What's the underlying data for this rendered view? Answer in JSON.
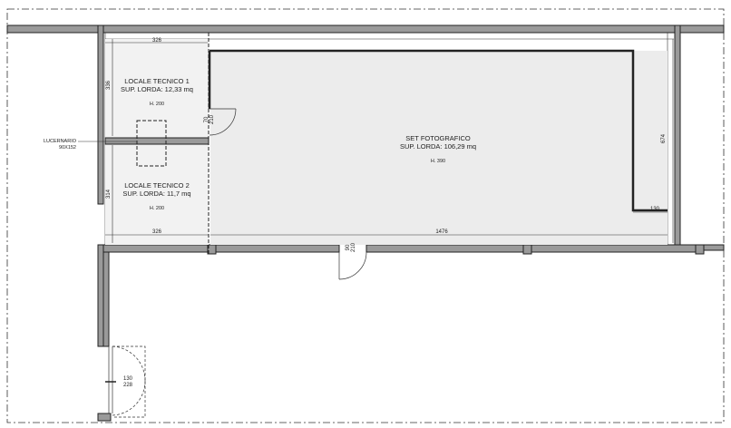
{
  "rooms": {
    "locale1": {
      "name": "LOCALE TECNICO 1",
      "area": "SUP. LORDA: 12,33 mq",
      "height": "H. 200"
    },
    "locale2": {
      "name": "LOCALE TECNICO 2",
      "area": "SUP. LORDA: 11,7 mq",
      "height": "H. 200"
    },
    "set": {
      "name": "SET FOTOGRAFICO",
      "area": "SUP. LORDA: 106,29 mq",
      "height": "H. 390"
    }
  },
  "skylight": {
    "label": "LUCERNARIO",
    "size": "90X152"
  },
  "dimensions": {
    "top_width": "326",
    "loc1_depth": "336",
    "loc2_depth": "314",
    "bottom_left": "326",
    "bottom_total": "1476",
    "right_depth": "674",
    "right_step": "130",
    "door_inner_w": "70",
    "door_inner_h": "210",
    "door_main_w": "90",
    "door_main_h": "210",
    "door_ext_w": "130",
    "door_ext_h": "228"
  }
}
